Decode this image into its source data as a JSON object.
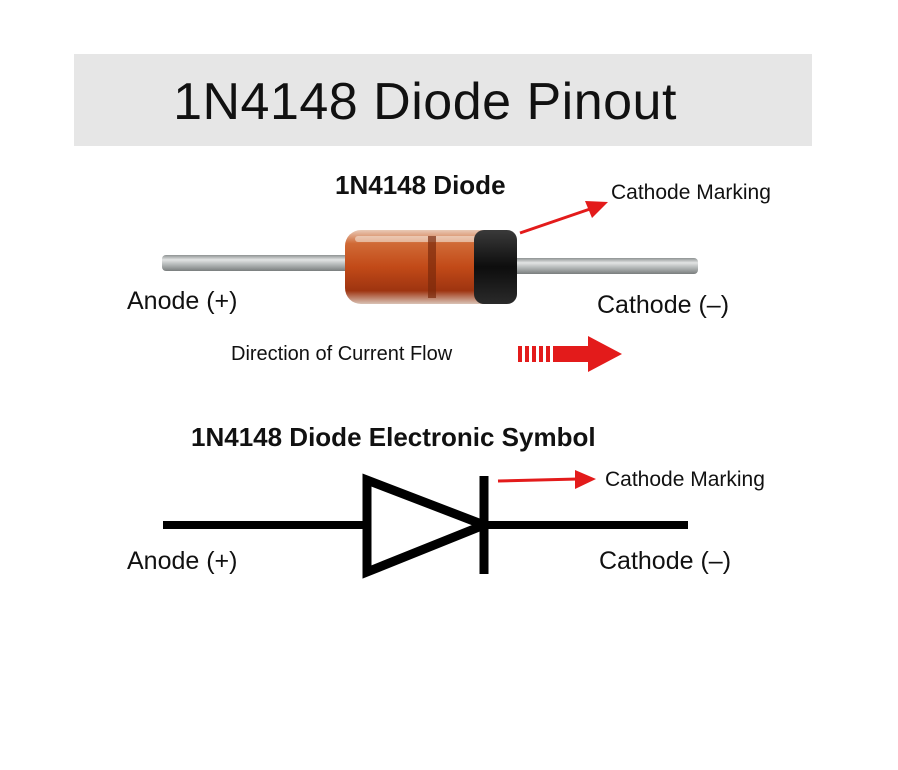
{
  "title": "1N4148 Diode Pinout",
  "photo_section": {
    "heading": "1N4148 Diode",
    "cathode_marking": "Cathode Marking",
    "anode_label": "Anode (+)",
    "cathode_label": "Cathode (–)",
    "current_flow_label": "Direction of Current Flow"
  },
  "symbol_section": {
    "heading": "1N4148 Diode Electronic Symbol",
    "cathode_marking": "Cathode Marking",
    "anode_label": "Anode (+)",
    "cathode_label": "Cathode (–)"
  },
  "colors": {
    "title_background": "#e6e6e6",
    "arrow_red": "#e31b1b",
    "diode_body_orange": "#c8541f",
    "cathode_band": "#111111",
    "lead_wire": "#b9bcbc"
  }
}
